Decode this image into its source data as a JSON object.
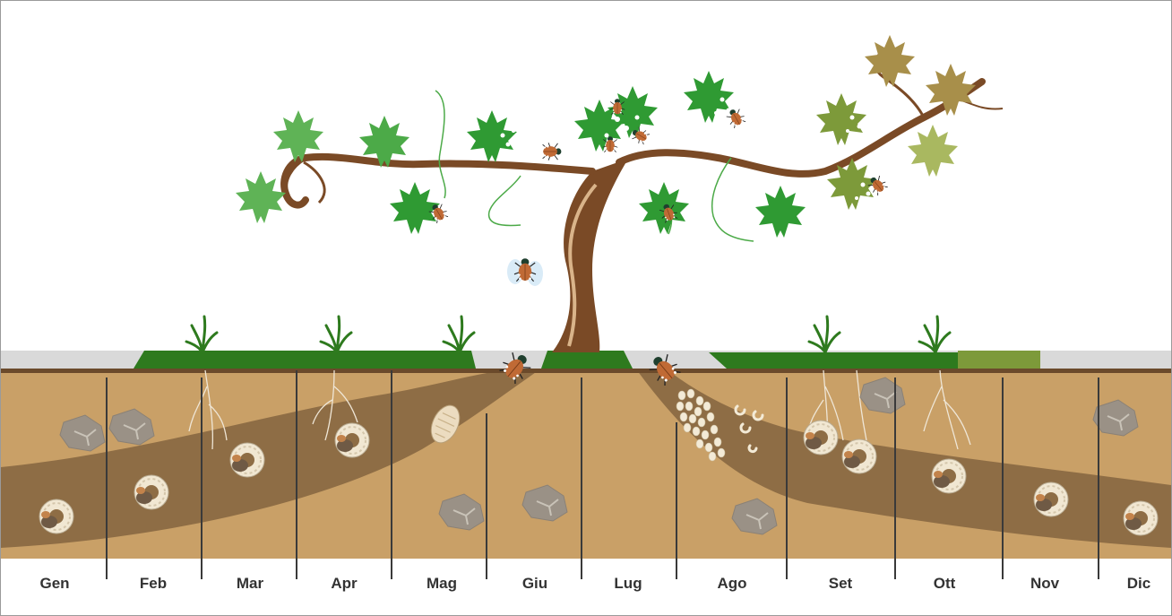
{
  "months": [
    "Gen",
    "Feb",
    "Mar",
    "Apr",
    "Mag",
    "Giu",
    "Lug",
    "Ago",
    "Set",
    "Ott",
    "Nov",
    "Dic"
  ],
  "colors": {
    "soil": "#c9a067",
    "tunnel": "#8e6d45",
    "soil_line": "#6b4a2b",
    "grass": "#2e7a1e",
    "dry_grass": "#7d9a3a",
    "sky_band": "#d9d9d9",
    "trunk": "#7a4a26",
    "leaf": "#2f9a33",
    "leaf_autumn": "#7d9a3a",
    "leaf_dry": "#a88f4a",
    "beetle": "#c06a35",
    "grub": "#f1e7d2",
    "egg": "#f3ead6",
    "stone": "#9a9186",
    "month_text": "#333333"
  },
  "icons": [
    "vine-tree",
    "maple-leaf",
    "japanese-beetle",
    "grub-larva",
    "pupa",
    "egg-cluster",
    "stone",
    "grass-tuft",
    "root"
  ]
}
